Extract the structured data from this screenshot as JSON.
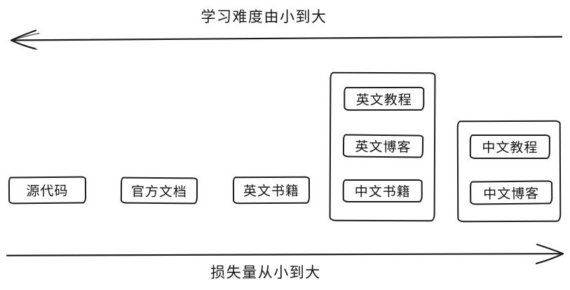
{
  "diagram": {
    "top_axis_label": "学习难度由小到大",
    "bottom_axis_label": "损失量从小到大",
    "nodes": {
      "source_code": "源代码",
      "official_docs": "官方文档",
      "english_books": "英文书籍"
    },
    "group_intermediate": {
      "items": [
        "英文教程",
        "英文博客",
        "中文书籍"
      ]
    },
    "group_chinese": {
      "items": [
        "中文教程",
        "中文博客"
      ]
    },
    "colors": {
      "ink": "#1c1c1c",
      "background": "#ffffff"
    }
  }
}
